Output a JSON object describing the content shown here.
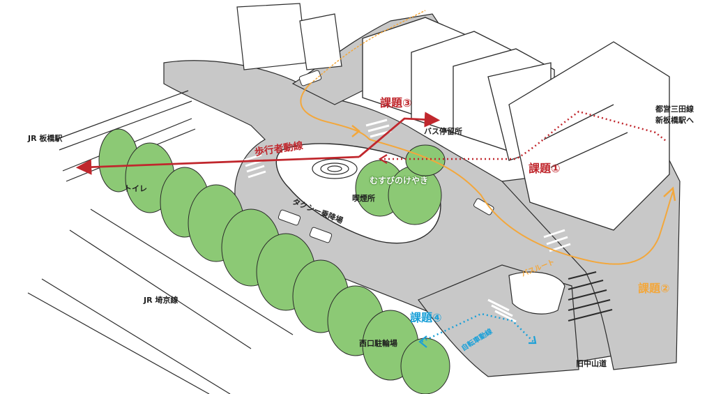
{
  "labels": {
    "jr_itabashi_station": "JR 板橋駅",
    "toilet": "トイレ",
    "jr_saikyo_line": "JR 埼京線",
    "bus_stop": "バス停留所",
    "smoking_area": "喫煙所",
    "musubi_keyaki": "むすびのけやき",
    "taxi_area": "タクシー乗降場",
    "toei_mita_line": "都営三田線",
    "to_shin_itabashi": "新板橋駅へ",
    "bike_parking": "西口駐輪場",
    "old_nakasendo": "旧中山道",
    "pedestrian_route": "歩行者動線",
    "bus_route": "バスルート",
    "bicycle_route": "自転車動線"
  },
  "issues": {
    "issue_1": "課題①",
    "issue_2": "課題②",
    "issue_3": "課題③",
    "issue_4": "課題④"
  },
  "colors": {
    "road": "#c8c8c8",
    "tree": "#8cc975",
    "pedestrian": "#c0272d",
    "bus": "#f3a73b",
    "bicycle": "#1aa0d8",
    "line": "#2a2a2a"
  }
}
